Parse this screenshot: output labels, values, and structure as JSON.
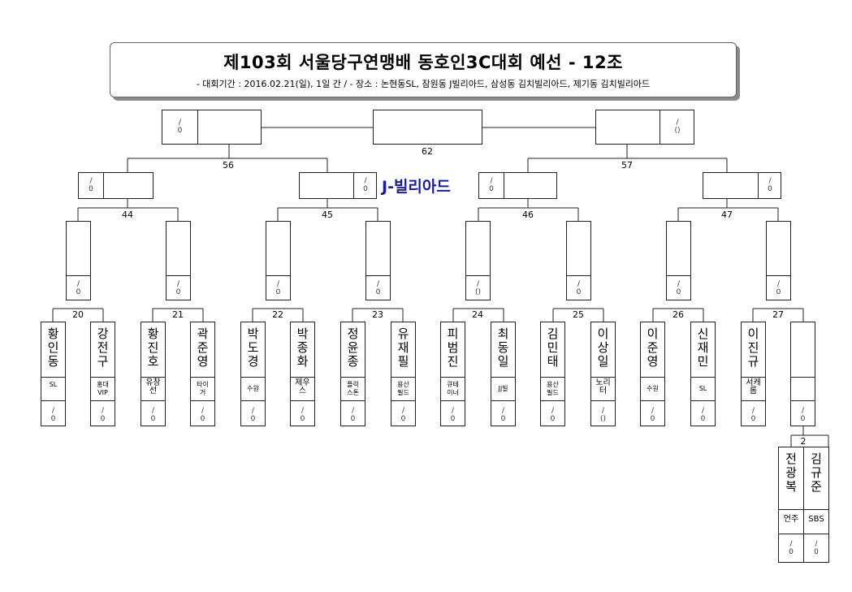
{
  "header": {
    "title": "제103회 서울당구연맹배 동호인3C대회 예선 - 12조",
    "subtitle": "- 대회기간 : 2016.02.21(일), 1일 간 / - 장소 : 논현동SL, 잠원동 J빌리아드, 삼성동 김치빌리아드, 제기동 김치빌리아드"
  },
  "venue_label": "J-빌리아드",
  "match_numbers": {
    "m62": "62",
    "m56": "56",
    "m57": "57",
    "m44": "44",
    "m45": "45",
    "m46": "46",
    "m47": "47",
    "m20": "20",
    "m21": "21",
    "m22": "22",
    "m23": "23",
    "m24": "24",
    "m25": "25",
    "m26": "26",
    "m27": "27",
    "m2": "2"
  },
  "scores": {
    "final_left": "/\n0",
    "final_right": "/\n()",
    "r56_left": "/\n0",
    "r56_right": "/\n0",
    "r57_left": "/\n0",
    "r57_right": "/\n0",
    "q1": "/\n0",
    "q2": "/\n0",
    "q3": "/\n0",
    "q4": "/\n0",
    "q5": "/\n()",
    "q6": "/\n0",
    "q7": "/\n0",
    "q8": "/\n0",
    "p": [
      "/\n0",
      "/\n0",
      "/\n0",
      "/\n0",
      "/\n0",
      "/\n0",
      "/\n0",
      "/\n0",
      "/\n0",
      "/\n0",
      "/\n0",
      "/\n()",
      "/\n0",
      "/\n0",
      "/\n0",
      "/\n0"
    ],
    "prelim_left": "/\n0",
    "prelim_right": "/\n0"
  },
  "players": [
    {
      "name": "황\n인\n동",
      "club": "SL"
    },
    {
      "name": "강\n전\n구",
      "club": "홍대\nVIP"
    },
    {
      "name": "황\n진\n호",
      "club": "유창\n선"
    },
    {
      "name": "곽\n준\n영",
      "club": "타이\n거"
    },
    {
      "name": "박\n도\n경",
      "club": "수원"
    },
    {
      "name": "박\n종\n화",
      "club": "제우\n스"
    },
    {
      "name": "정\n윤\n종",
      "club": "플릭\n스톤"
    },
    {
      "name": "유\n재\n필",
      "club": "용산\n필드"
    },
    {
      "name": "피\n범\n진",
      "club": "큐테\n이너"
    },
    {
      "name": "최\n동\n일",
      "club": "JJ빌"
    },
    {
      "name": "김\n민\n태",
      "club": "용산\n필드"
    },
    {
      "name": "이\n상\n일",
      "club": "노리\n터"
    },
    {
      "name": "이\n준\n영",
      "club": "수원"
    },
    {
      "name": "신\n재\n민",
      "club": "SL"
    },
    {
      "name": "이\n진\n규",
      "club": "서캐\n롬"
    },
    {
      "name": "",
      "club": ""
    }
  ],
  "prelim_players": [
    {
      "name": "전\n광\n복",
      "club": "언주"
    },
    {
      "name": "김\n규\n준",
      "club": "SBS"
    }
  ]
}
